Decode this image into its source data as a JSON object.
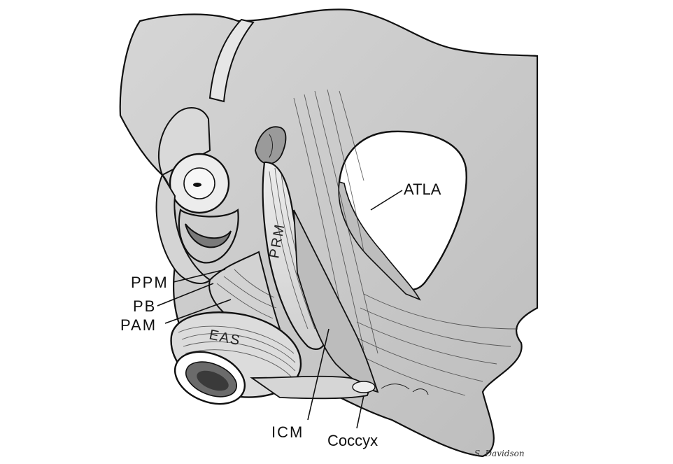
{
  "labels": {
    "atla": "ATLA",
    "prm": "PRM",
    "ppm": "PPM",
    "pb": "PB",
    "pam": "PAM",
    "eas": "EAS",
    "icm": "ICM",
    "coccyx": "Coccyx"
  },
  "signature": "S. Davidson",
  "colors": {
    "background": "#ffffff",
    "tissue_gray": "#c9c9c9",
    "light_gray": "#dedede",
    "outline": "#111111"
  }
}
